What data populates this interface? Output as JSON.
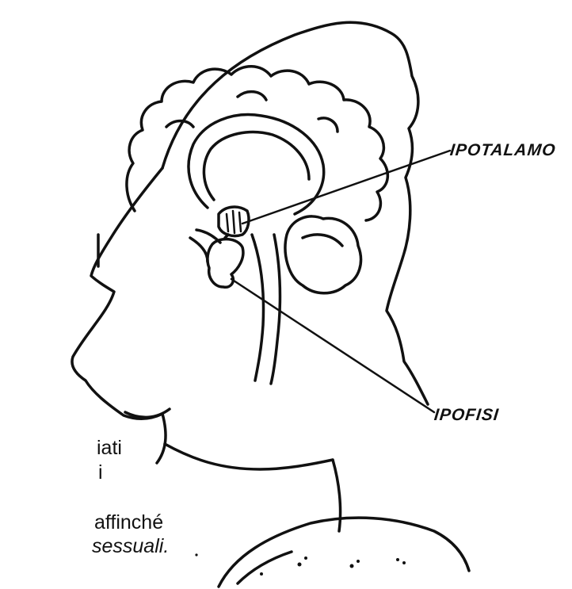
{
  "labels": {
    "hypothalamus": "IPOTALAMO",
    "pituitary": "IPOFISI"
  },
  "text_fragments": [
    "iati",
    "i",
    "affinché",
    "sessuali."
  ],
  "colors": {
    "ink": "#111111",
    "paper": "#ffffff"
  }
}
